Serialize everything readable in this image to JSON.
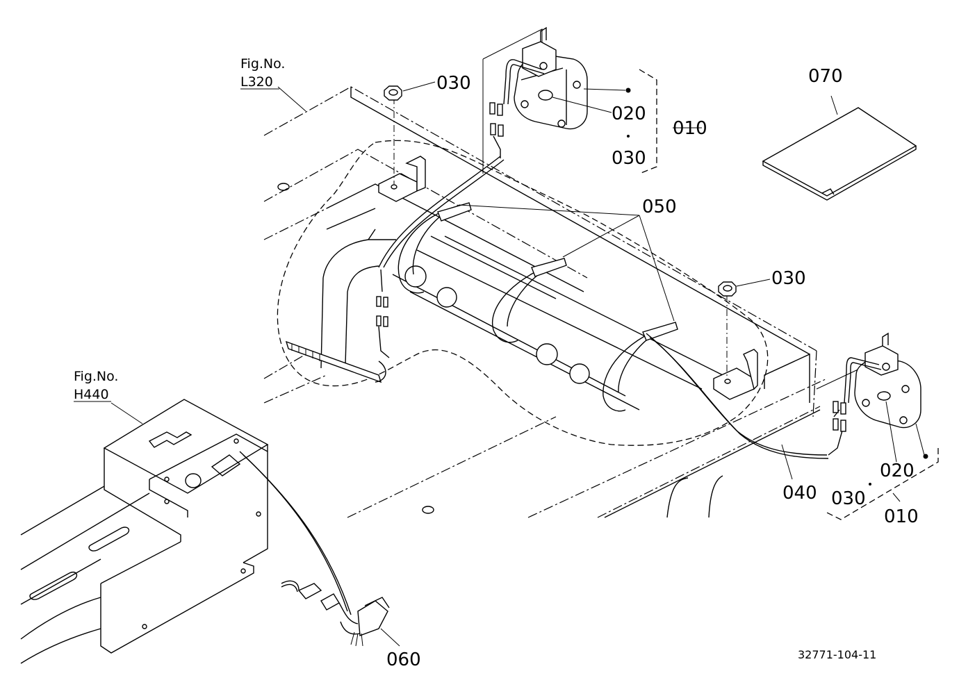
{
  "figure_refs": [
    {
      "title": "Fig.No.",
      "number": "L320"
    },
    {
      "title": "Fig.No.",
      "number": "H440"
    }
  ],
  "callouts": {
    "c010_top": "010",
    "c010_bottom": "010",
    "c020_top": "020",
    "c020_bottom": "020",
    "c030_nut_top": "030",
    "c030_group_top": "030",
    "c030_nut_right": "030",
    "c030_group_bottom": "030",
    "c040": "040",
    "c050": "050",
    "c060": "060",
    "c070": "070"
  },
  "drawing_number": "32771-104-11"
}
